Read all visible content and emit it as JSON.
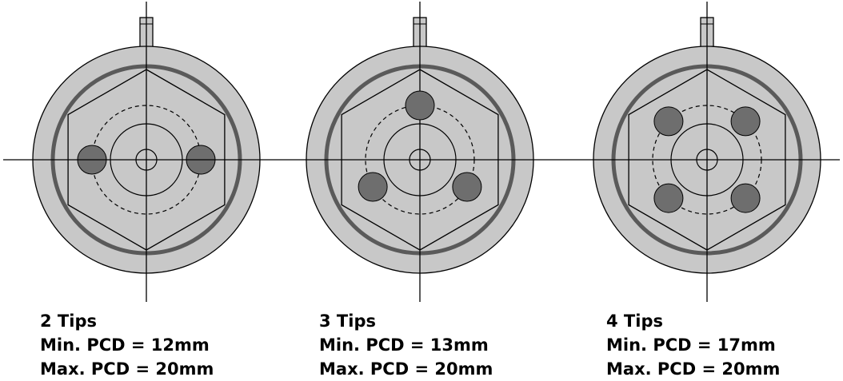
{
  "figures": [
    {
      "tips": 2,
      "title": "2 Tips",
      "min": "Min. PCD = 12mm",
      "max": "Max. PCD = 20mm"
    },
    {
      "tips": 3,
      "title": "3 Tips",
      "min": "Min. PCD = 13mm",
      "max": "Max. PCD = 20mm"
    },
    {
      "tips": 4,
      "title": "4 Tips",
      "min": "Min. PCD = 17mm",
      "max": "Max. PCD = 20mm"
    }
  ],
  "colors": {
    "body": "#c8c8c8",
    "ring": "#5a5a5a",
    "tip": "#6e6e6e",
    "line": "#000000"
  }
}
